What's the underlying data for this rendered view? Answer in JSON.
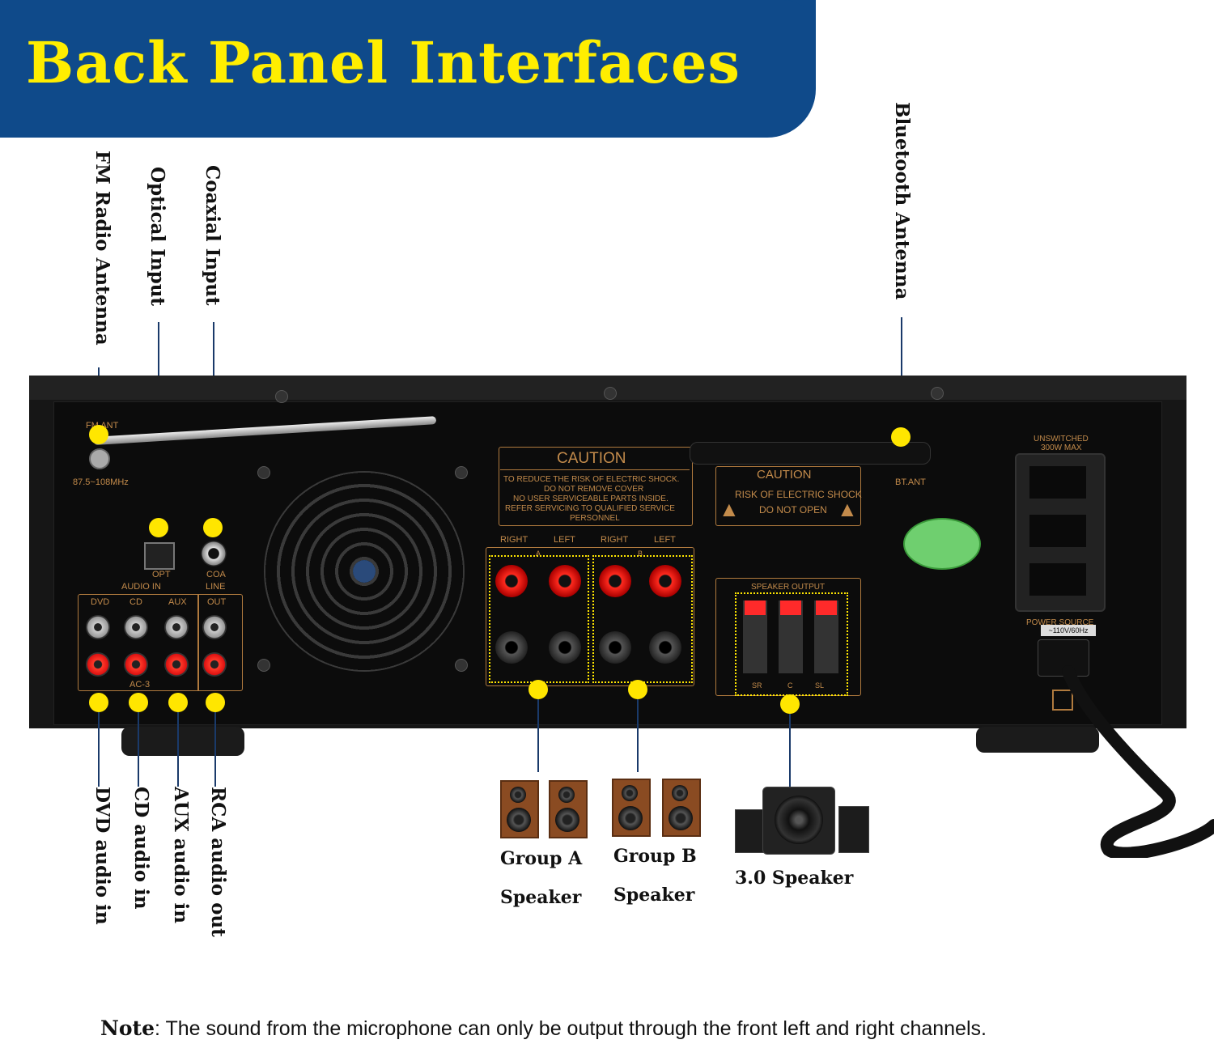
{
  "title": "Back Panel Interfaces",
  "callouts": {
    "fm_antenna": "FM Radio Antenna",
    "optical_input": "Optical Input",
    "coaxial_input": "Coaxial Input",
    "bluetooth_antenna": "Bluetooth Antenna",
    "dvd_audio_in": "DVD audio in",
    "cd_audio_in": "CD audio in",
    "aux_audio_in": "AUX audio in",
    "rca_audio_out": "RCA audio out",
    "group_a_line1": "Group A",
    "group_a_line2": "Speaker",
    "group_b_line1": "Group B",
    "group_b_line2": "Speaker",
    "speaker_30": "3.0 Speaker"
  },
  "panel": {
    "fm_ant": "FM ANT",
    "fm_freq": "87.5~108MHz",
    "opt": "OPT",
    "coa": "COA",
    "audio_in": "AUDIO IN",
    "line": "LINE",
    "dvd": "DVD",
    "cd": "CD",
    "aux": "AUX",
    "out": "OUT",
    "ac3": "AC-3",
    "caution1_title": "CAUTION",
    "caution1_l1": "TO REDUCE THE RISK OF ELECTRIC SHOCK.",
    "caution1_l2": "DO NOT REMOVE COVER",
    "caution1_l3": "NO USER SERVICEABLE PARTS INSIDE.",
    "caution1_l4": "REFER SERVICING TO QUALIFIED SERVICE",
    "caution1_l5": "PERSONNEL",
    "caution2_title": "CAUTION",
    "caution2_l1": "RISK OF ELECTRIC SHOCK",
    "caution2_l2": "DO NOT OPEN",
    "bt_ant": "BT.ANT",
    "right_a": "RIGHT",
    "left_a": "LEFT",
    "right_b": "RIGHT",
    "left_b": "LEFT",
    "a": "A",
    "b": "B",
    "speaker_output": "SPEAKER OUTPUT",
    "sr": "SR",
    "c": "C",
    "sl": "SL",
    "unswitched": "UNSWITCHED",
    "max": "300W MAX",
    "power_source": "POWER SOURCE",
    "voltage": "~110V/60Hz"
  },
  "note": {
    "label": "Note",
    "sep": ":",
    "text": "The sound from the microphone can only be output through the front left and right channels."
  },
  "colors": {
    "banner": "#0f4a8a",
    "title": "#ffee00",
    "marker": "#ffe600",
    "panel_text": "#c38b4b"
  }
}
